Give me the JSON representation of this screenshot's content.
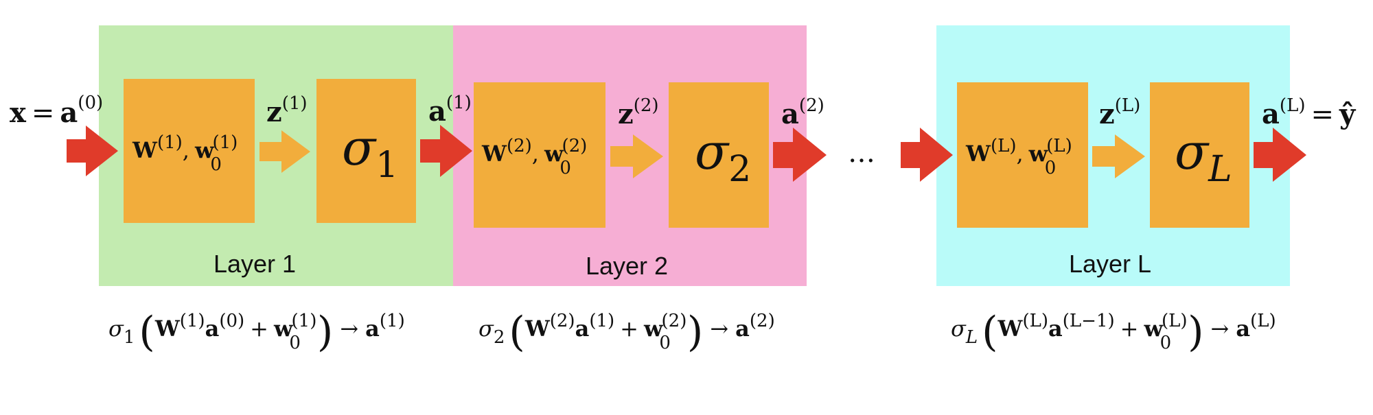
{
  "colors": {
    "layer1_bg": "#c3ebb0",
    "layer2_bg": "#f6aed4",
    "layerL_bg": "#b9fbf9",
    "block": "#f2ad3c",
    "arrow_main": "#e03b2a",
    "arrow_inner": "#f2ad3c"
  },
  "input_label": {
    "lhs": "x",
    "eq": "=",
    "a": "a",
    "sup": "(0)"
  },
  "ellipsis": "…",
  "output_label": {
    "a": "a",
    "sup": "(L)",
    "eq": "=",
    "yhat": "ŷ"
  },
  "layers": [
    {
      "label": "Layer 1",
      "weight": {
        "W": "W",
        "W_sup": "(1)",
        "sep": ",",
        "w": "w",
        "w_sub": "0",
        "w_sup": "(1)"
      },
      "z": {
        "base": "z",
        "sup": "(1)"
      },
      "sigma": {
        "symbol": "σ",
        "sub": "1"
      },
      "a_out": {
        "base": "a",
        "sup": "(1)"
      },
      "formula": {
        "sigma": "σ",
        "sigma_sub": "1",
        "lparen": "(",
        "W": "W",
        "W_sup": "(1)",
        "a": "a",
        "a_sup": "(0)",
        "plus": "+",
        "w": "w",
        "w_sub": "0",
        "w_sup": "(1)",
        "rparen": ")",
        "arrow": "→",
        "out": "a",
        "out_sup": "(1)"
      }
    },
    {
      "label": "Layer 2",
      "weight": {
        "W": "W",
        "W_sup": "(2)",
        "sep": ",",
        "w": "w",
        "w_sub": "0",
        "w_sup": "(2)"
      },
      "z": {
        "base": "z",
        "sup": "(2)"
      },
      "sigma": {
        "symbol": "σ",
        "sub": "2"
      },
      "a_out": {
        "base": "a",
        "sup": "(2)"
      },
      "formula": {
        "sigma": "σ",
        "sigma_sub": "2",
        "lparen": "(",
        "W": "W",
        "W_sup": "(2)",
        "a": "a",
        "a_sup": "(1)",
        "plus": "+",
        "w": "w",
        "w_sub": "0",
        "w_sup": "(2)",
        "rparen": ")",
        "arrow": "→",
        "out": "a",
        "out_sup": "(2)"
      }
    },
    {
      "label": "Layer L",
      "weight": {
        "W": "W",
        "W_sup": "(L)",
        "sep": ",",
        "w": "w",
        "w_sub": "0",
        "w_sup": "(L)"
      },
      "z": {
        "base": "z",
        "sup": "(L)"
      },
      "sigma": {
        "symbol": "σ",
        "sub": "L"
      },
      "a_out": {
        "base": "a",
        "sup": "(L)"
      },
      "formula": {
        "sigma": "σ",
        "sigma_sub": "L",
        "lparen": "(",
        "W": "W",
        "W_sup": "(L)",
        "a": "a",
        "a_sup": "(L−1)",
        "plus": "+",
        "w": "w",
        "w_sub": "0",
        "w_sup": "(L)",
        "rparen": ")",
        "arrow": "→",
        "out": "a",
        "out_sup": "(L)"
      }
    }
  ]
}
